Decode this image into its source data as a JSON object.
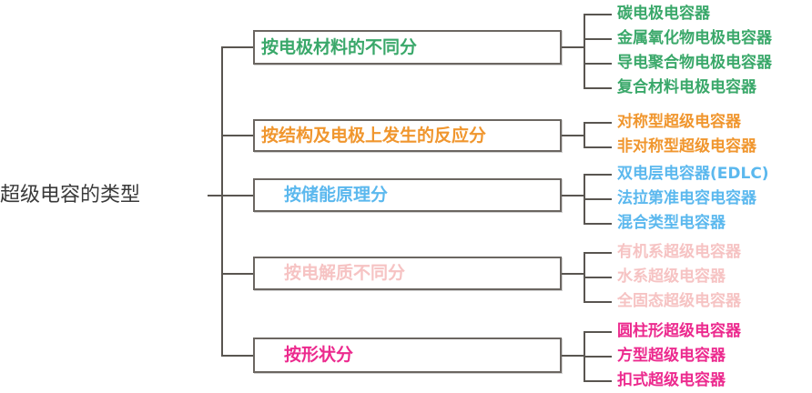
{
  "diagram": {
    "root": {
      "label": "超级电容的类型",
      "color": "#3a3a3a"
    },
    "line_color": "#595550",
    "box_border_color": "#6b6661",
    "branches": [
      {
        "label": "按电极材料的不同分",
        "color": "#3aa86a",
        "indent": "small",
        "leaves": [
          "碳电极电容器",
          "金属氧化物电极电容器",
          "导电聚合物电极电容器",
          "复合材料电极电容器"
        ]
      },
      {
        "label": "按结构及电极上发生的反应分",
        "color": "#f0962e",
        "indent": "small",
        "leaves": [
          "对称型超级电容器",
          "非对称型超级电容器"
        ]
      },
      {
        "label": "按储能原理分",
        "color": "#5bb8ee",
        "indent": "large",
        "leaves": [
          "双电层电容器(EDLC)",
          "法拉第准电容电容器",
          "混合类型电容器"
        ]
      },
      {
        "label": "按电解质不同分",
        "color": "#f6c3c3",
        "indent": "large",
        "leaves": [
          "有机系超级电容器",
          "水系超级电容器",
          "全固态超级电容器"
        ]
      },
      {
        "label": "按形状分",
        "color": "#ec2a8e",
        "indent": "large",
        "leaves": [
          "圆柱形超级电容器",
          "方型超级电容器",
          "扣式超级电容器"
        ]
      }
    ]
  }
}
